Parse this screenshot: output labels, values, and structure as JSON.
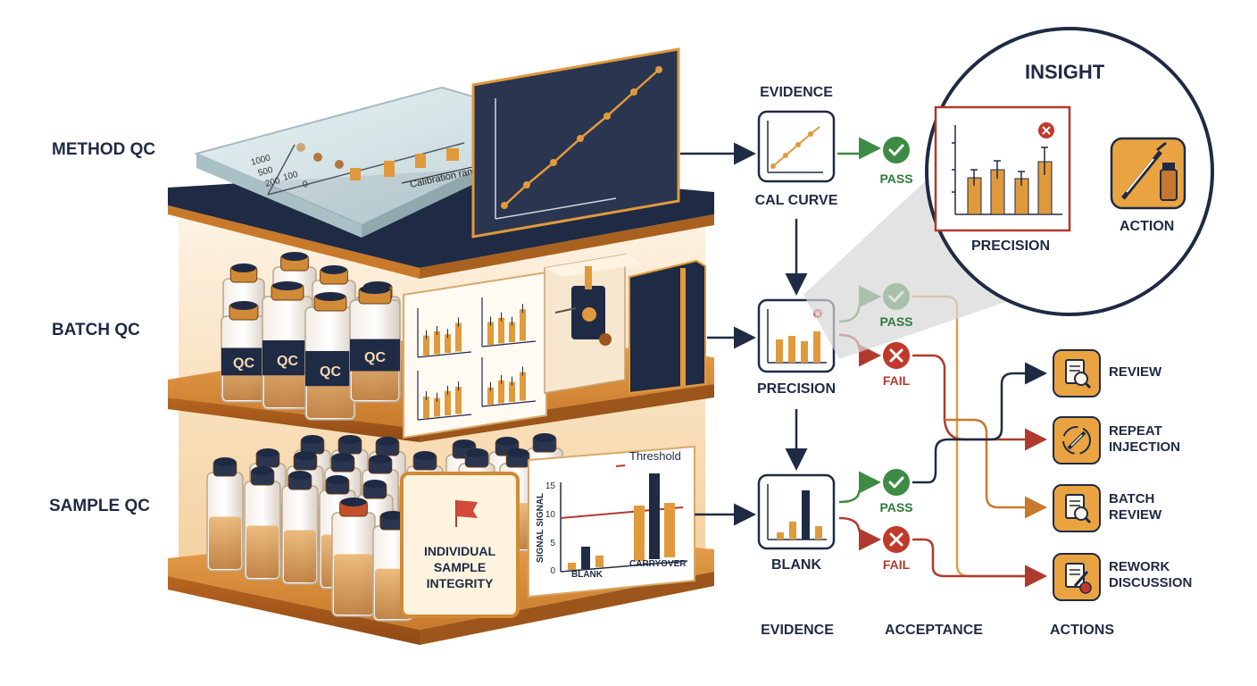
{
  "tiers": {
    "method": "METHOD QC",
    "batch": "BATCH QC",
    "sample": "SAMPLE QC"
  },
  "method_plate": {
    "ticks": [
      "1000",
      "500",
      "200",
      "100",
      "0"
    ],
    "band_label": "Calibration range"
  },
  "vials": {
    "label": "QC"
  },
  "sample_card": {
    "text_line1": "INDIVIDUAL",
    "text_line2": "SAMPLE",
    "text_line3": "INTEGRITY"
  },
  "blank_chart": {
    "threshold_label": "Threshold",
    "y_axis_label": "SIGNAL SIGNAL",
    "y_ticks": [
      "15",
      "10",
      "5",
      "0"
    ],
    "categories": [
      "BLANK",
      "CARRYOVER"
    ]
  },
  "evidence_top_heading": "EVIDENCE",
  "nodes": {
    "cal": "CAL CURVE",
    "precision": "PRECISION",
    "blank": "BLANK"
  },
  "decisions": {
    "pass": "PASS",
    "fail": "FAIL"
  },
  "insight": {
    "title": "INSIGHT",
    "panel_label": "PRECISION",
    "action_label": "ACTION"
  },
  "actions": {
    "review": "REVIEW",
    "repeat_1": "REPEAT",
    "repeat_2": "INJECTION",
    "batch_1": "BATCH",
    "batch_2": "REVIEW",
    "rework_1": "REWORK",
    "rework_2": "DISCUSSION"
  },
  "columns": {
    "evidence": "EVIDENCE",
    "acceptance": "ACCEPTANCE",
    "actions": "ACTIONS"
  },
  "colors": {
    "navy": "#1f2a44",
    "orange": "#e09a3c",
    "pass_green": "#3e8b45",
    "fail_red": "#c0392b"
  },
  "icons": {
    "pass": "check-circle-icon",
    "fail": "x-circle-icon",
    "review": "document-magnifier-icon",
    "repeat": "syringe-refresh-icon",
    "batch_review": "document-magnifier-icon",
    "rework": "pencil-document-icon",
    "action": "syringe-vial-icon",
    "flag": "flag-icon"
  }
}
